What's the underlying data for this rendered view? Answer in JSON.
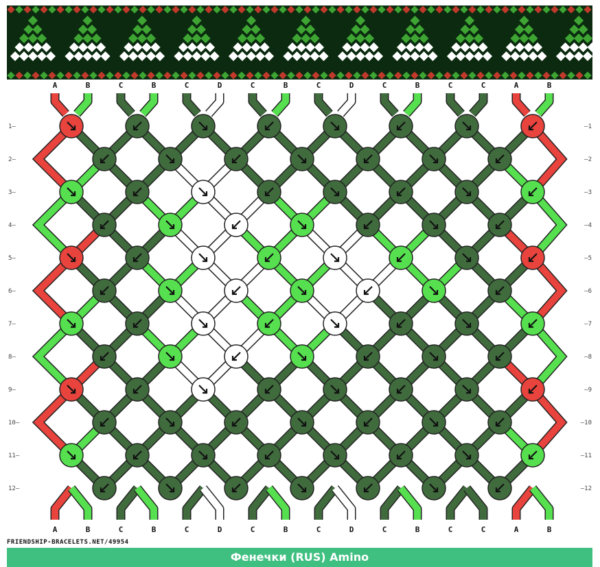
{
  "preview": {
    "rows": 12,
    "pattern": [
      "######################################",
      "######################################",
      "######################################",
      "###############  ##########  #########",
      "##############    ########    ########",
      "#############      ######      #######",
      "######################################"
    ]
  },
  "strings_top": [
    "A",
    "B",
    "C",
    "B",
    "C",
    "D",
    "C",
    "B",
    "C",
    "D",
    "C",
    "B",
    "C",
    "C",
    "A",
    "B"
  ],
  "strings_bottom": [
    "A",
    "B",
    "C",
    "B",
    "C",
    "D",
    "C",
    "B",
    "C",
    "D",
    "C",
    "B",
    "C",
    "C",
    "A",
    "B"
  ],
  "colors": {
    "A": "#e8433d",
    "B": "#56e04f",
    "C": "#3f6b3d",
    "D": "#ffffff",
    "knot_outline": "#222222",
    "preview_bg": "#0b2a10",
    "preview_red": "#c0392b",
    "preview_green": "#3ea533"
  },
  "row_numbers": [
    "1",
    "2",
    "3",
    "4",
    "5",
    "6",
    "7",
    "8",
    "9",
    "10",
    "11",
    "12"
  ],
  "knot_grid": [
    [
      "A",
      "C",
      "C",
      "C",
      "C",
      "C",
      "C",
      "A"
    ],
    [
      "C",
      "C",
      "C",
      "C",
      "C",
      "C",
      "C"
    ],
    [
      "B",
      "C",
      "D",
      "C",
      "C",
      "C",
      "C",
      "B"
    ],
    [
      "C",
      "B",
      "D",
      "B",
      "C",
      "C",
      "C"
    ],
    [
      "A",
      "C",
      "D",
      "B",
      "D",
      "B",
      "C",
      "A"
    ],
    [
      "C",
      "B",
      "D",
      "B",
      "D",
      "B",
      "C"
    ],
    [
      "B",
      "C",
      "D",
      "B",
      "D",
      "C",
      "C",
      "B"
    ],
    [
      "C",
      "B",
      "D",
      "B",
      "C",
      "C",
      "C"
    ],
    [
      "A",
      "C",
      "D",
      "C",
      "C",
      "C",
      "C",
      "A"
    ],
    [
      "C",
      "C",
      "C",
      "C",
      "C",
      "C",
      "C"
    ],
    [
      "B",
      "C",
      "C",
      "C",
      "C",
      "C",
      "C",
      "B"
    ],
    [
      "C",
      "C",
      "C",
      "C",
      "C",
      "C",
      "C"
    ]
  ],
  "source_url": "FRIENDSHIP-BRACELETS.NET/49954",
  "footer_label": "Фенечки (RUS) Amino"
}
